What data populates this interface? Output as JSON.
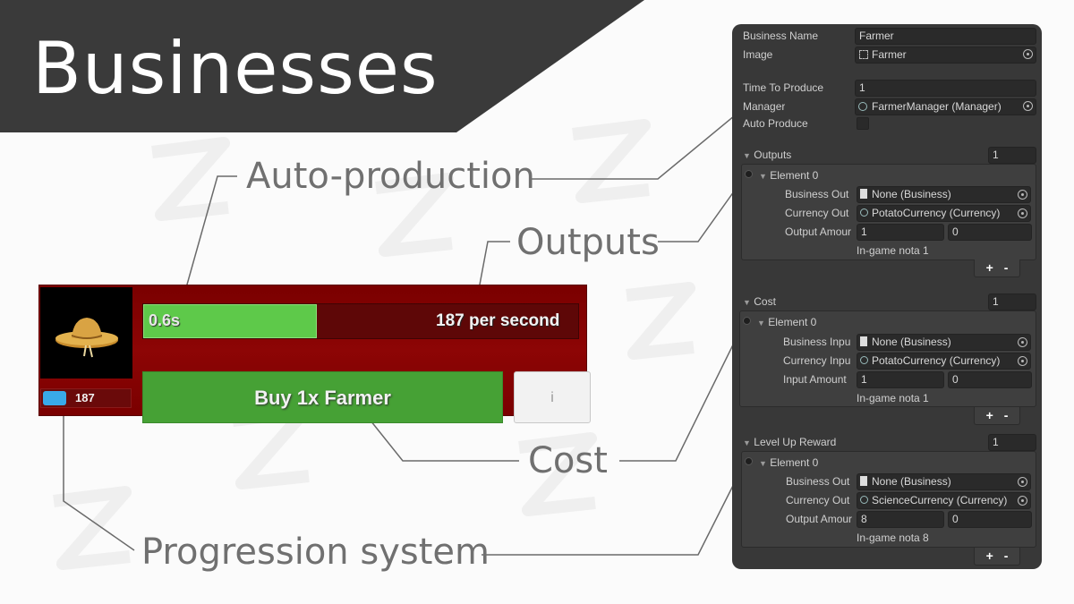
{
  "banner": {
    "title": "Businesses"
  },
  "callouts": {
    "auto_production": "Auto-production",
    "outputs": "Outputs",
    "cost": "Cost",
    "progression": "Progression system"
  },
  "game_card": {
    "time_label": "0.6s",
    "rate_label": "187 per second",
    "progress": 0.4,
    "buy_label": "Buy 1x Farmer",
    "info_label": "i",
    "level_value": "187",
    "colors": {
      "card": "#7a0000",
      "progress_fill": "#5ec94a",
      "buy": "#46a135",
      "toggle": "#39a9e8"
    }
  },
  "inspector": {
    "business_name": {
      "label": "Business Name",
      "value": "Farmer"
    },
    "image": {
      "label": "Image",
      "value": "Farmer"
    },
    "time_to_produce": {
      "label": "Time To Produce",
      "value": "1"
    },
    "manager": {
      "label": "Manager",
      "value": "FarmerManager (Manager)"
    },
    "auto_produce": {
      "label": "Auto Produce",
      "checked": false
    },
    "outputs": {
      "label": "Outputs",
      "count": "1",
      "element": {
        "label": "Element 0",
        "business_label": "Business Out",
        "business_value": "None (Business)",
        "currency_label": "Currency Out",
        "currency_value": "PotatoCurrency (Currency)",
        "amount_label": "Output Amour",
        "amount_a": "1",
        "amount_b": "0",
        "note": "In-game nota 1"
      }
    },
    "cost": {
      "label": "Cost",
      "count": "1",
      "element": {
        "label": "Element 0",
        "business_label": "Business Inpu",
        "business_value": "None (Business)",
        "currency_label": "Currency Inpu",
        "currency_value": "PotatoCurrency (Currency)",
        "amount_label": "Input Amount",
        "amount_a": "1",
        "amount_b": "0",
        "note": "In-game nota 1"
      }
    },
    "level_up": {
      "label": "Level Up Reward",
      "count": "1",
      "element": {
        "label": "Element 0",
        "business_label": "Business Out",
        "business_value": "None (Business)",
        "currency_label": "Currency Out",
        "currency_value": "ScienceCurrency (Currency)",
        "amount_label": "Output Amour",
        "amount_a": "8",
        "amount_b": "0",
        "note": "In-game nota 8"
      }
    },
    "footer_label": "+ -"
  }
}
